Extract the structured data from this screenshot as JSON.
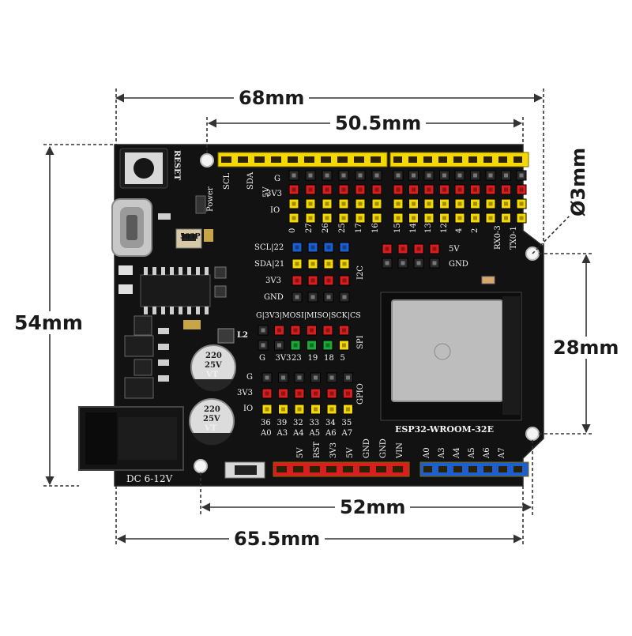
{
  "dimensions": {
    "overall_width": "68mm",
    "pin_span": "50.5mm",
    "overall_height": "54mm",
    "hole_diameter": "Ø3mm",
    "hole_spacing_vertical": "28mm",
    "bottom_hole_span": "52mm",
    "bottom_width": "65.5mm"
  },
  "board": {
    "reset_label": "RESET",
    "power_label": "Power",
    "module_label": "ESP32-WROOM-32E",
    "dc_label": "DC 6-12V",
    "cap_top": [
      "220",
      "25V",
      "VT"
    ],
    "cap_bottom": [
      "220",
      "25V",
      "VT"
    ],
    "inductor_label": "503P",
    "l2_label": "L2",
    "i2c_label": "I2C",
    "spi_label": "SPI",
    "gpio_label": "GPIO",
    "header_top_left": {
      "side_labels": [
        "SCL",
        "SDA"
      ],
      "row_labels": [
        "G",
        "5V",
        "3V3",
        "IO"
      ],
      "pins": [
        "0",
        "27",
        "26",
        "25",
        "17",
        "16"
      ]
    },
    "header_top_right": {
      "pins": [
        "15",
        "14",
        "13",
        "12",
        "4",
        "2"
      ],
      "side_labels": [
        "RX0-3",
        "TX0-1"
      ]
    },
    "i2c_rows": [
      "SCL|22",
      "SDA|21",
      "3V3",
      "GND"
    ],
    "power_small": [
      "5V",
      "GND"
    ],
    "spi_header": "G|3V3|MOSI|MISO|SCK|CS",
    "spi_pins": [
      "G",
      "3V3",
      "23",
      "19",
      "18",
      "5"
    ],
    "gpio_rows": [
      "G",
      "3V3",
      "IO"
    ],
    "gpio_pins_top": [
      "36",
      "39",
      "32",
      "33",
      "34",
      "35"
    ],
    "gpio_pins_bottom": [
      "A0",
      "A3",
      "A4",
      "A5",
      "A6",
      "A7"
    ],
    "power_header": [
      "5V",
      "RST",
      "3V3",
      "5V",
      "GND",
      "GND",
      "VIN"
    ],
    "analog_header": [
      "A0",
      "A3",
      "A4",
      "A5",
      "A6",
      "A7"
    ]
  },
  "colors": {
    "pcb": "#111111",
    "yellow": "#f5d800",
    "red": "#d81e1e",
    "blue": "#1e5fd0",
    "green": "#1ea83a",
    "black_pin": "#2a2a2a",
    "silkscreen": "#f2f2f2",
    "dimension_line": "#333333"
  }
}
